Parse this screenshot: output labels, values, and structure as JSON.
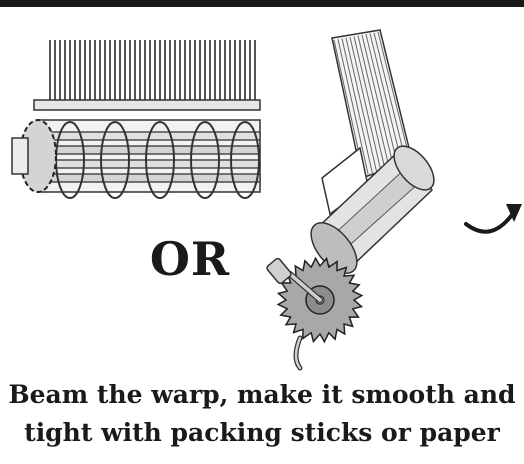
{
  "divider_label": "OR",
  "caption": {
    "line1": "Beam the warp, make it smooth and",
    "line2": "tight with packing sticks or paper"
  },
  "illustrations": {
    "left": "warp-beam-with-packing-sticks",
    "right": "warp-beam-with-paper-and-ratchet",
    "arrow": "curved-arrow-icon"
  },
  "colors": {
    "ink": "#1a1a1a",
    "stroke": "#333333",
    "light_gray": "#d9d9d9",
    "mid_gray": "#bfbfbf",
    "background": "#ffffff"
  }
}
